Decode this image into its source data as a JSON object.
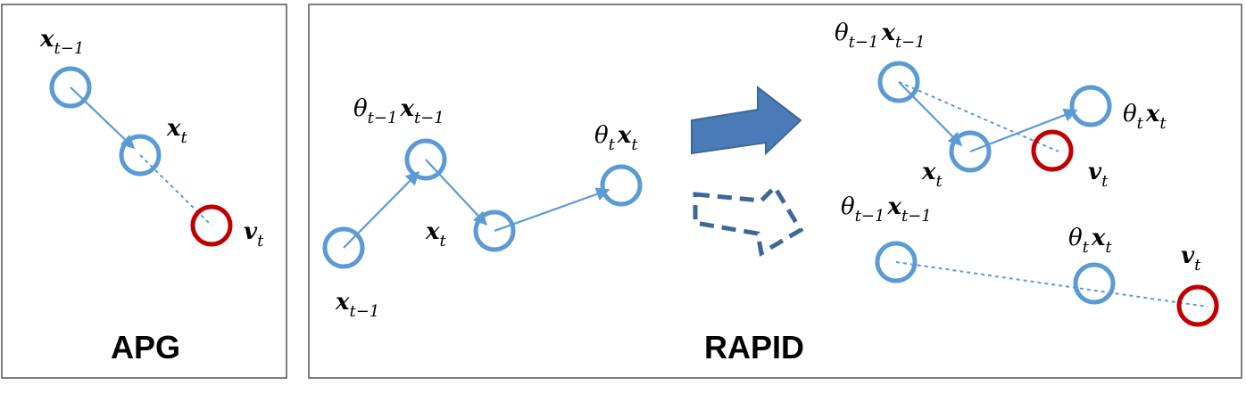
{
  "panels": {
    "apg": {
      "caption": "APG"
    },
    "rapid": {
      "caption": "RAPID"
    }
  },
  "symbols": {
    "theta": "θ",
    "x": "x",
    "v": "v",
    "sub_t": "t",
    "sub_t_minus_1": "t−1"
  },
  "colors": {
    "node_blue": "#5b9bd5",
    "node_red": "#c00000",
    "arrow_fill": "#4a7ab8",
    "arrow_outline": "#3d6896"
  }
}
